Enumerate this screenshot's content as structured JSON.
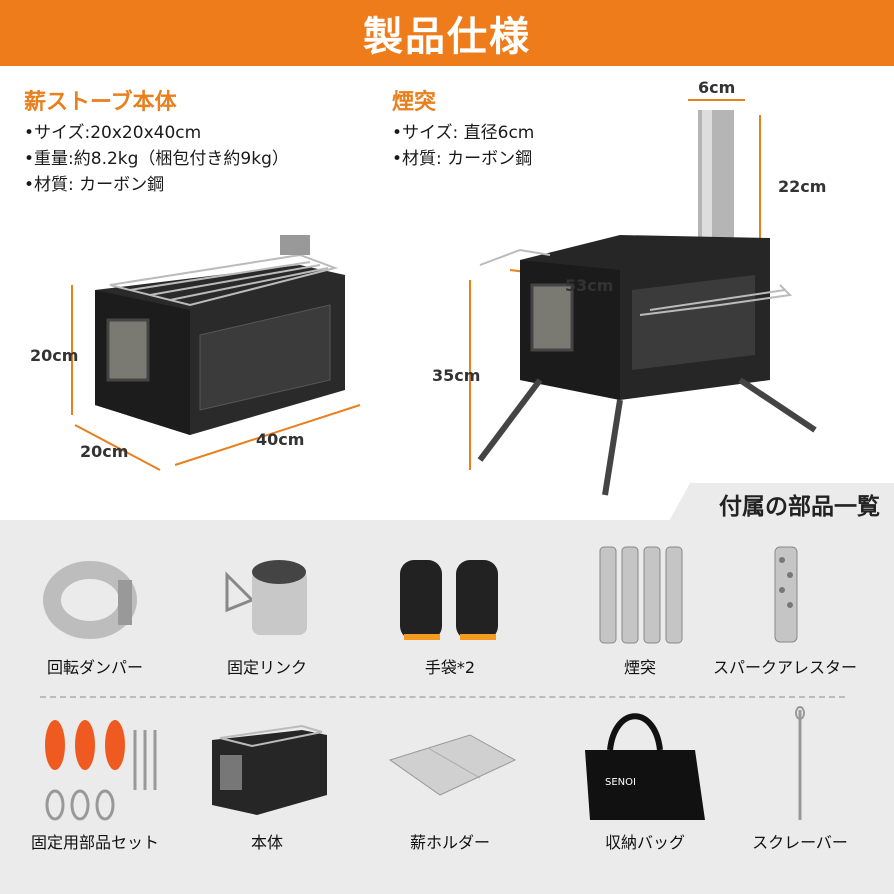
{
  "header": {
    "title": "製品仕様"
  },
  "stove": {
    "heading": "薪ストーブ本体",
    "specs": [
      "•サイズ:20x20x40cm",
      "•重量:約8.2kg（梱包付き約9kg）",
      "•材質: カーボン鋼"
    ],
    "dims": {
      "height": "20cm",
      "depth": "20cm",
      "width": "40cm"
    }
  },
  "chimney": {
    "heading": "煙突",
    "specs": [
      "•サイズ: 直径6cm",
      "•材質: カーボン鋼"
    ],
    "dims": {
      "diameter": "6cm",
      "pipe_height": "22cm",
      "shelf_width": "53cm",
      "total_height": "35cm"
    }
  },
  "accessories": {
    "title": "付属の部品一覧",
    "row1": [
      "回転ダンパー",
      "固定リンク",
      "手袋*2",
      "煙突",
      "スパークアレスター"
    ],
    "row2": [
      "固定用部品セット",
      "本体",
      "薪ホルダー",
      "収納バッグ",
      "スクレーバー"
    ],
    "bag_logo": "SENOI"
  },
  "colors": {
    "accent": "#ee7c1b",
    "panel": "#ebebeb"
  }
}
